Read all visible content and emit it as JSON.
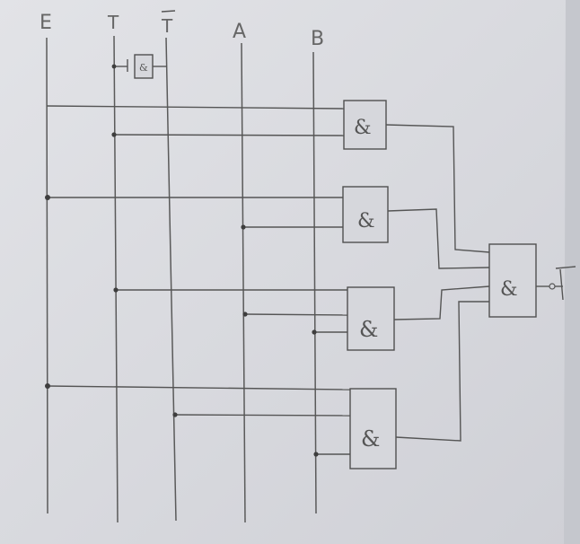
{
  "signals": {
    "E": "E",
    "T": "T",
    "T_bar": "T",
    "A": "A",
    "B": "B"
  },
  "gates": {
    "inverter_symbol": "&",
    "and_symbol": "&"
  },
  "colors": {
    "paper": "#d6d7dc",
    "ink": "#555555"
  }
}
